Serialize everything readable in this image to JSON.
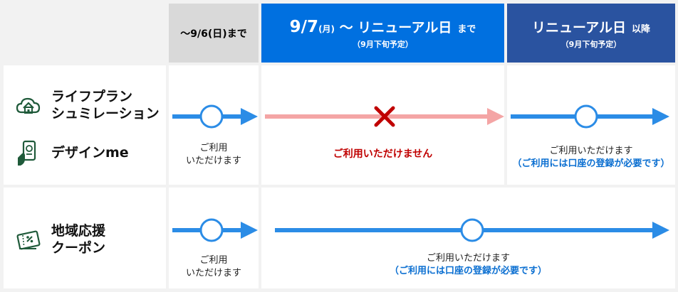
{
  "header": {
    "col1": "～9/6(日)まで",
    "col2": {
      "date": "9/7",
      "day": "(月)",
      "tilde": " ～ ",
      "label": "リニューアル日",
      "suffix": "まで",
      "note": "（9月下旬予定）"
    },
    "col3": {
      "label": "リニューアル日",
      "suffix": "以降",
      "note": "（9月下旬予定）"
    }
  },
  "services": [
    {
      "name": "ライフプラン\nシュミレーション",
      "icon": "house-cloud-icon"
    },
    {
      "name": "デザインme",
      "icon": "phone-hand-icon"
    },
    {
      "name": "地域応援\nクーポン",
      "icon": "coupon-ticket-icon"
    }
  ],
  "row1": {
    "period1": "ご利用\nいただけます",
    "period2": "ご利用いただけません",
    "period3_main": "ご利用いただけます",
    "period3_note": "（ご利用には口座の登録が必要です）"
  },
  "row2": {
    "period1": "ご利用\nいただけます",
    "period23_main": "ご利用いただけます",
    "period23_note": "（ご利用には口座の登録が必要です）"
  },
  "colors": {
    "available": "#2b8ce6",
    "unavailable": "#c00000",
    "unavailable_arrow": "#f4a5a5",
    "header_blue": "#0070e0",
    "header_navy": "#2a53a0"
  }
}
